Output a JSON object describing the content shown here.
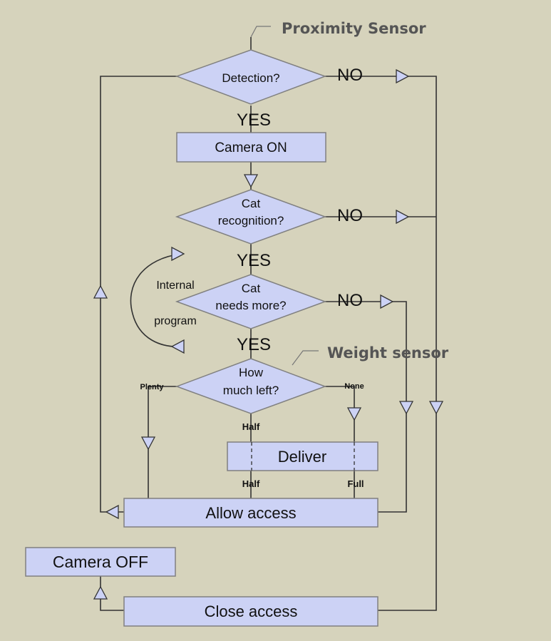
{
  "annotations": {
    "proximity_sensor": "Proximity Sensor",
    "weight_sensor": "Weight sensor"
  },
  "decisions": {
    "detection": "Detection?",
    "cat_recognition_line1": "Cat",
    "cat_recognition_line2": "recognition?",
    "needs_more_line1": "Cat",
    "needs_more_line2": "needs more?",
    "how_much_line1": "How",
    "how_much_line2": "much left?"
  },
  "processes": {
    "camera_on": "Camera ON",
    "deliver": "Deliver",
    "allow_access": "Allow access",
    "camera_off": "Camera OFF",
    "close_access": "Close access"
  },
  "internal_program": {
    "line1": "Internal",
    "line2": "program"
  },
  "branch_labels": {
    "yes": "YES",
    "no": "NO",
    "plenty": "Plenty",
    "none": "None",
    "half": "Half",
    "full": "Full"
  },
  "colors": {
    "background": "#d6d3bc",
    "shape_fill": "#ccd2f5",
    "annotation_text": "#555555"
  }
}
